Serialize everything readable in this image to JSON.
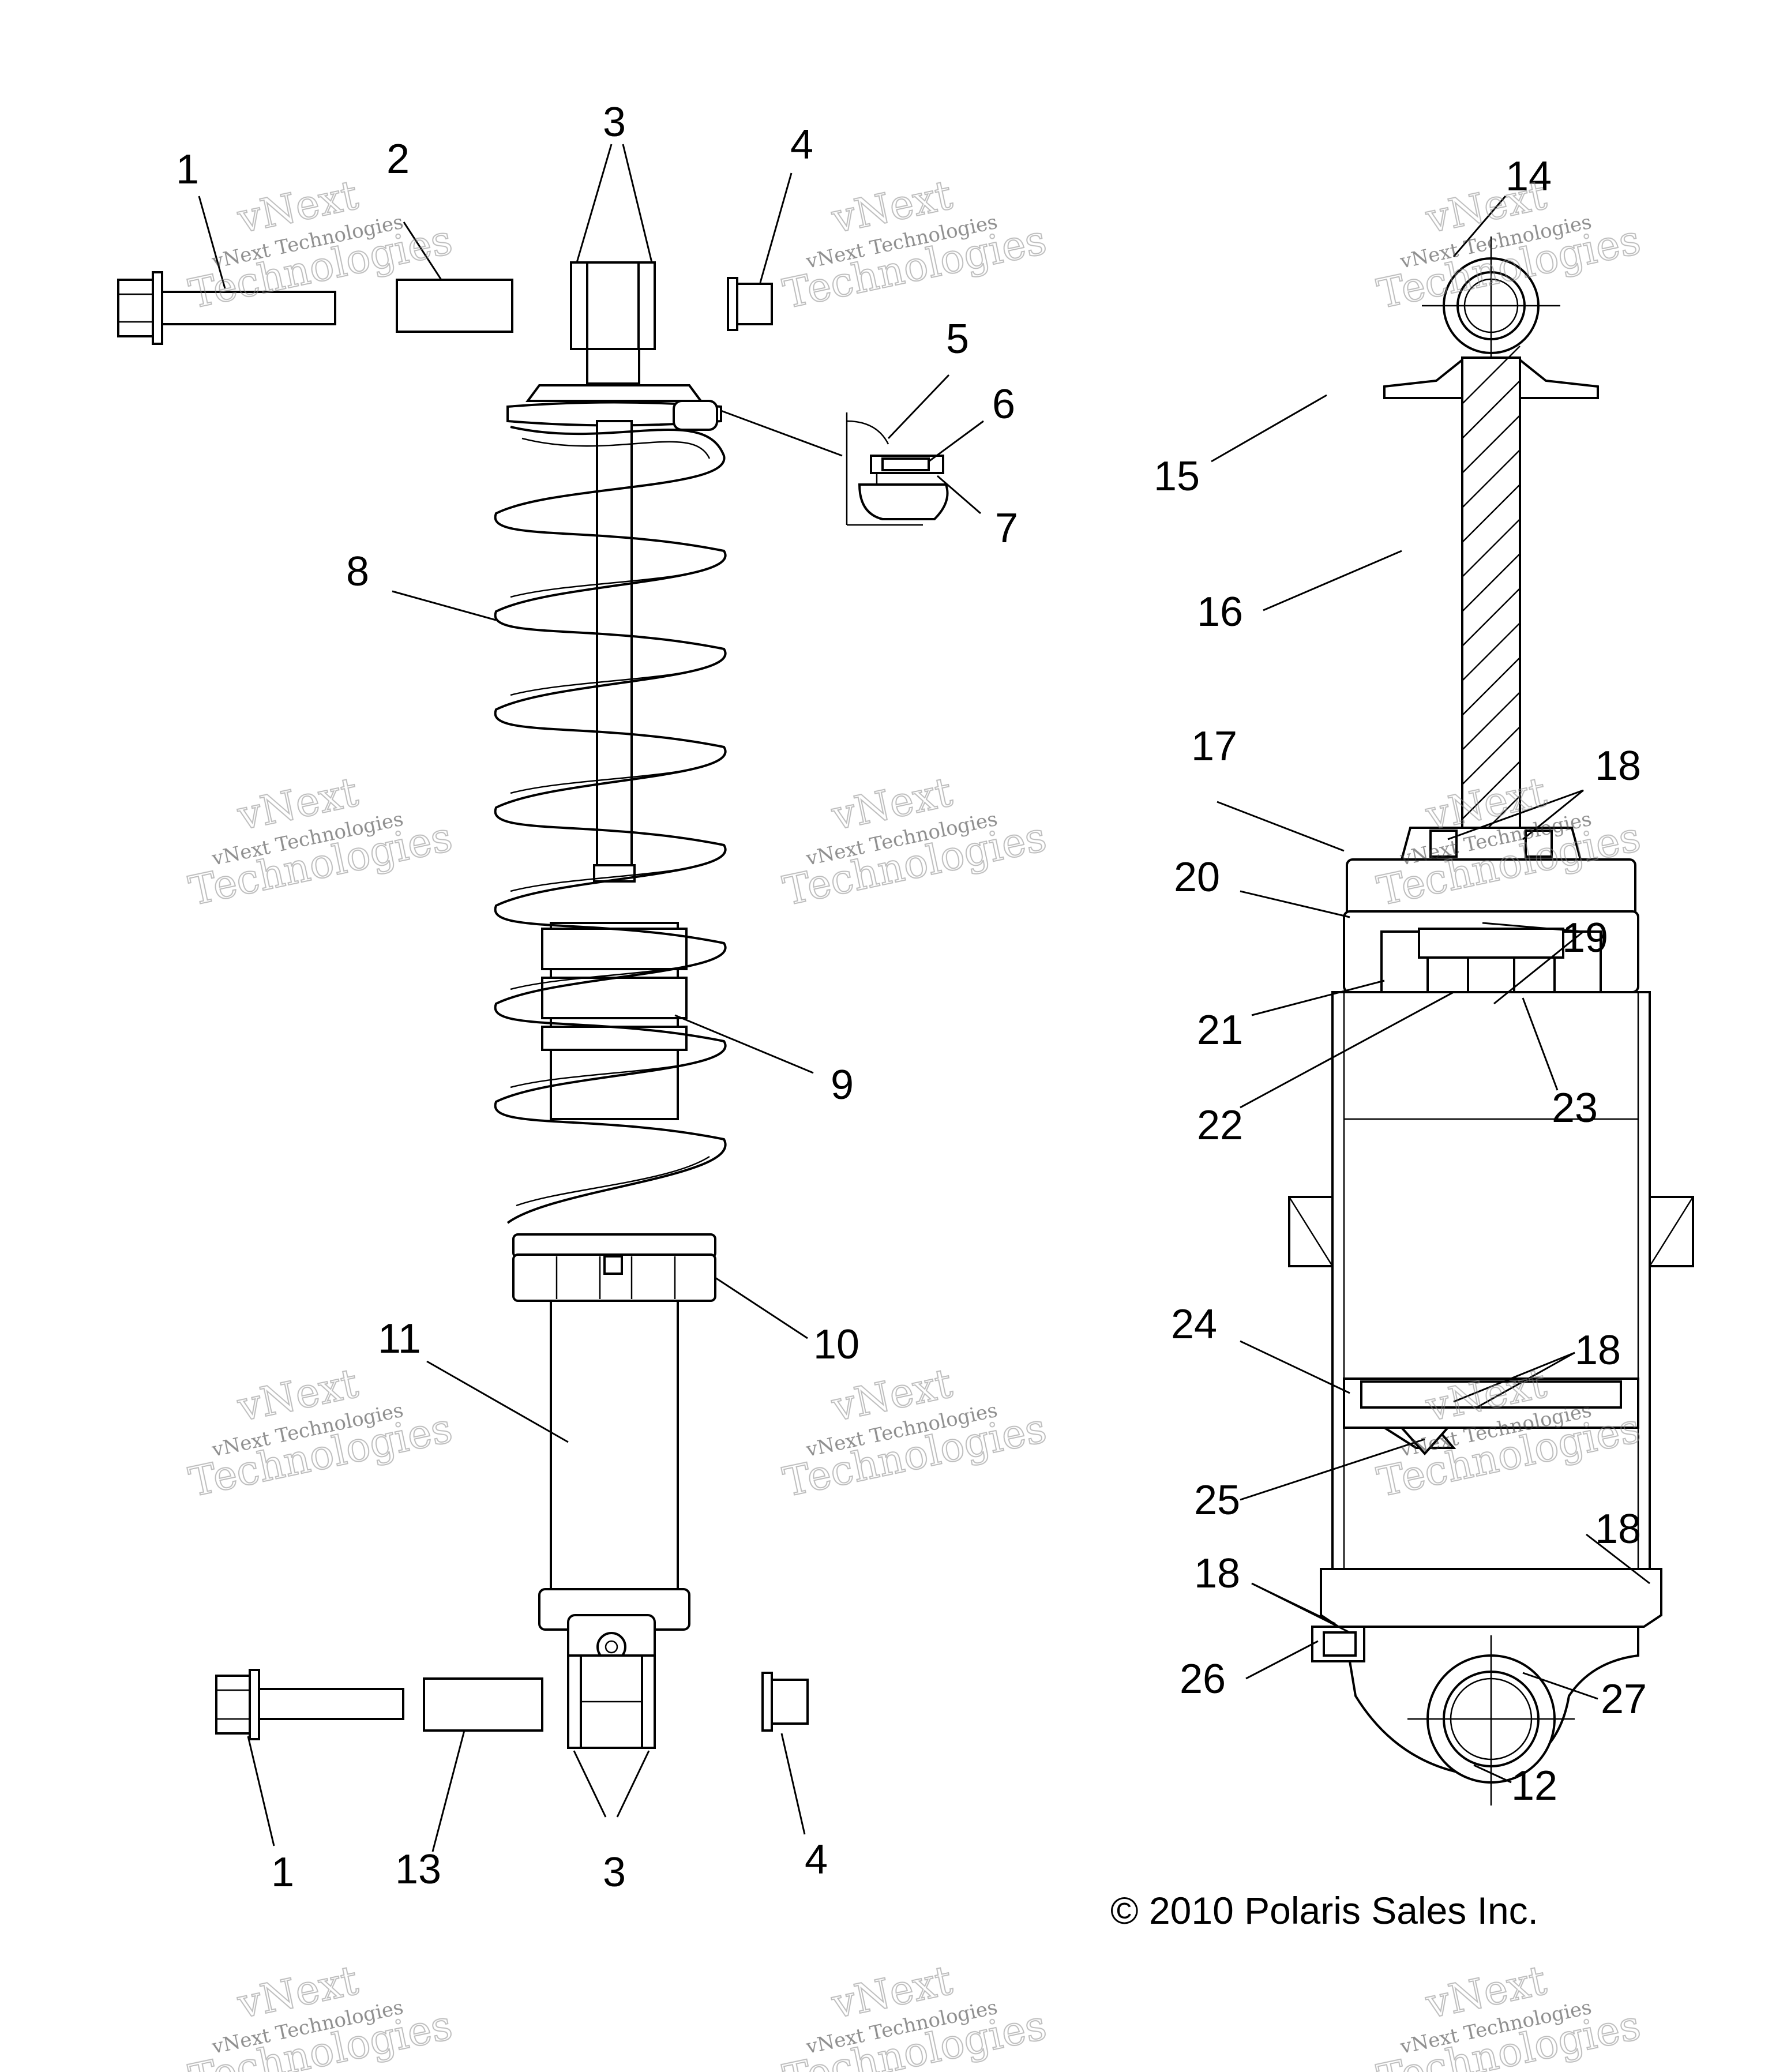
{
  "labels": {
    "l1a": "1",
    "l2": "2",
    "l3a": "3",
    "l4a": "4",
    "l5": "5",
    "l6": "6",
    "l7": "7",
    "l8": "8",
    "l9": "9",
    "l10": "10",
    "l11": "11",
    "l12": "12",
    "l1b": "1",
    "l13": "13",
    "l3b": "3",
    "l4b": "4",
    "l14": "14",
    "l15": "15",
    "l16": "16",
    "l17": "17",
    "l18a": "18",
    "l20": "20",
    "l19": "19",
    "l21": "21",
    "l22": "22",
    "l23": "23",
    "l24": "24",
    "l18b": "18",
    "l25": "25",
    "l18c": "18",
    "l18d": "18",
    "l26": "26",
    "l27": "27"
  },
  "copyright": "© 2010 Polaris Sales Inc.",
  "watermark": {
    "line1": "vNext",
    "line2": "vNext Technologies",
    "line3": "Technologies"
  }
}
